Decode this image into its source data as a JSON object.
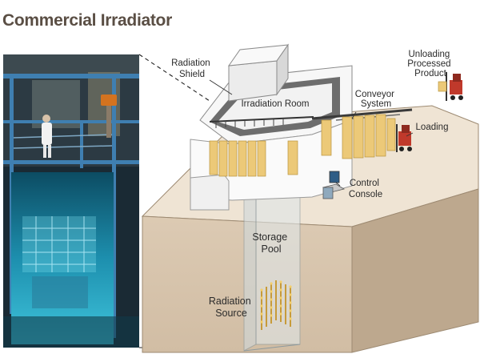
{
  "title": "Commercial Irradiator",
  "labels": {
    "radiation_shield": [
      "Radiation",
      "Shield"
    ],
    "irradiation_room": "Irradiation Room",
    "conveyor_system": [
      "Conveyor",
      "System"
    ],
    "unloading": [
      "Unloading",
      "Processed",
      "Product"
    ],
    "loading": "Loading",
    "control_console": [
      "Control",
      "Console"
    ],
    "storage_pool": [
      "Storage",
      "Pool"
    ],
    "radiation_source": [
      "Radiation",
      "Source"
    ]
  },
  "colors": {
    "title": "#5a4e44",
    "ground_top": "#efe4d4",
    "ground_front": "#d7c4ad",
    "ground_side": "#bda88e",
    "pool_water": "#2fa7c4",
    "product_boxes": "#ecc978",
    "forklift": "#c0392b"
  }
}
